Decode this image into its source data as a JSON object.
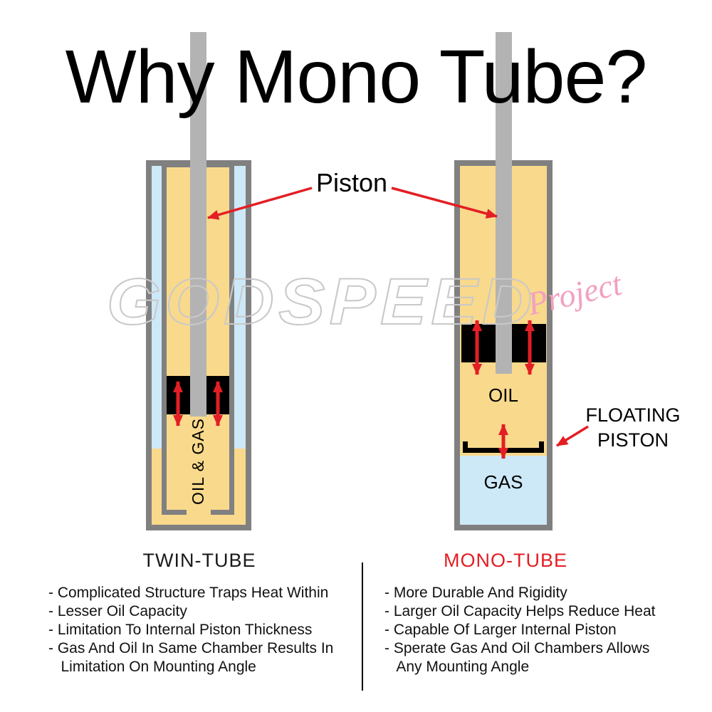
{
  "title": "Why Mono Tube?",
  "watermark": {
    "main": "GODSPEED",
    "sub": "Project"
  },
  "callouts": {
    "piston": "Piston",
    "floating_line1": "FLOATING",
    "floating_line2": "PISTON"
  },
  "twin": {
    "label": "TWIN-TUBE",
    "chamber_label": "OIL & GAS",
    "bullets": [
      "- Complicated Structure Traps Heat Within",
      "- Lesser Oil Capacity",
      "- Limitation To Internal Piston Thickness",
      "- Gas And Oil In Same Chamber Results In",
      "   Limitation On Mounting Angle"
    ]
  },
  "mono": {
    "label": "MONO-TUBE",
    "oil_label": "OIL",
    "gas_label": "GAS",
    "bullets": [
      "- More Durable And Rigidity",
      "- Larger Oil Capacity Helps Reduce Heat",
      "- Capable Of Larger Internal Piston",
      "- Sperate Gas And Oil Chambers Allows",
      "   Any Mounting Angle"
    ]
  },
  "colors": {
    "accent_red": "#e31e24",
    "tube_gray": "#808080",
    "rod_gray": "#b3b3b3",
    "oil_tan": "#f9d98c",
    "gas_blue": "#cde9f8",
    "watermark_gray": "#c9c9c9",
    "watermark_pink": "#f2a0c0"
  }
}
